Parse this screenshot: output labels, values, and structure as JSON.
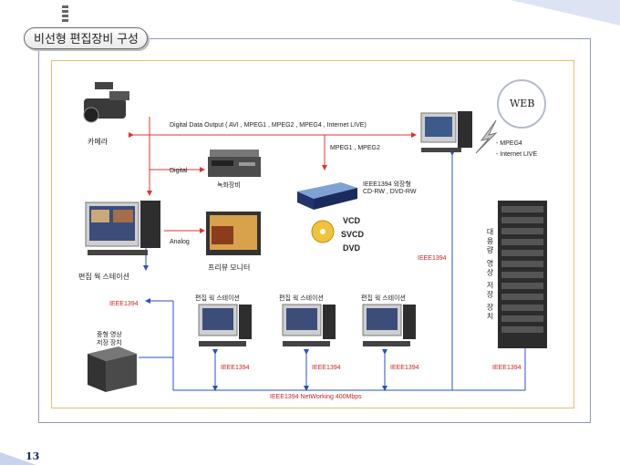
{
  "slide_title": "비선형 편집장비 구성",
  "page_number": "13",
  "labels": {
    "camera": "카메라",
    "recorder": "녹화장비",
    "edit_workstation": "편집 웍 스테이션",
    "preview_monitor": "프리뷰 모니터",
    "output": "Digital Data Output ( AVI , MPEG1 , MPEG2 , MPEG4 , Internet LIVE)",
    "digital": "Digital",
    "analog": "Analog",
    "mpeg12": "MPEG1 , MPEG2",
    "ext_device_1": "IEEE1394 외장형",
    "ext_device_2": "CD-RW , DVD-RW",
    "vcd": "VCD",
    "svcd": "SVCD",
    "dvd": "DVD",
    "web": "WEB",
    "mpeg4": "- MPEG4",
    "internet_live": "- Internet LIVE",
    "storage_vertical": "대용량 영상 저장 장치",
    "midsize_storage_1": "중형 영상",
    "midsize_storage_2": "저장 장치",
    "ws1": "편집 웍 스테이션",
    "ws2": "편집 웍 스테이션",
    "ws3": "편집 웍 스테이션",
    "ieee_left": "IEEE1394",
    "ieee_right": "IEEE1394",
    "ieee_b1": "IEEE1394",
    "ieee_b2": "IEEE1394",
    "ieee_b3": "IEEE1394",
    "ieee_b4": "IEEE1394",
    "network": "IEEE1394 NetWorking 400Mbps"
  },
  "colors": {
    "arrow_red": "#dd3333",
    "arrow_blue": "#2b4fc8",
    "frame": "#8f9bb5",
    "inner_border": "#e6bf6e"
  }
}
